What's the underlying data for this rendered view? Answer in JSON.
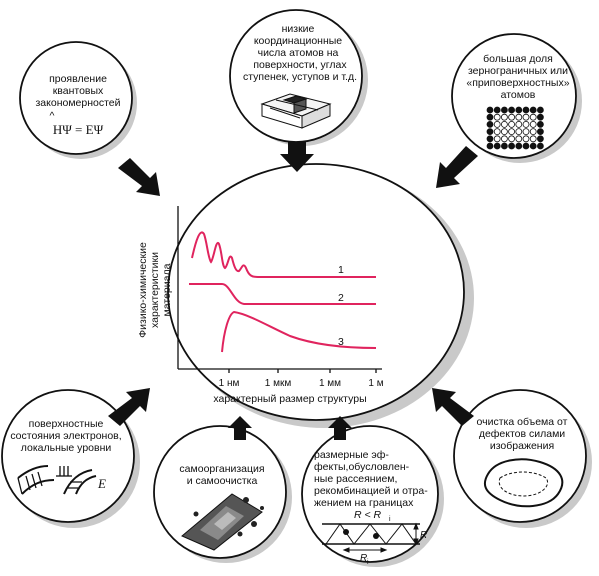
{
  "center": {
    "y_label_lines": [
      "Физико-химические",
      "характеристики",
      "материала"
    ],
    "x_axis_label": "характерный размер структуры",
    "x_ticks": [
      "1 нм",
      "1 мкм",
      "1 мм",
      "1 м"
    ],
    "curve_labels": [
      "1",
      "2",
      "3"
    ],
    "curve_color": "#e0245e"
  },
  "quantum": {
    "lines": [
      "проявление",
      "квантовых",
      "закономерностей"
    ],
    "formula": "HΨ = EΨ",
    "formula_hat": "^"
  },
  "coordination": {
    "lines": [
      "низкие",
      "координационные",
      "числа атомов на",
      "поверхности, углах",
      "ступенек, уступов и т.д."
    ]
  },
  "grain": {
    "lines": [
      "большая доля",
      "зернограничных или",
      "«приповерхностных»",
      "атомов"
    ]
  },
  "surface_states": {
    "lines": [
      "поверхностные",
      "состояния электронов,",
      "локальные уровни"
    ],
    "energy_symbol": "E"
  },
  "self_org": {
    "lines": [
      "самоорганизация",
      "и самоочистка"
    ]
  },
  "size_effects": {
    "lines": [
      "размерные эф-",
      "фекты,обусловлен-",
      "ные рассеянием,",
      "рекомбинацией и отра-",
      "жением на границах"
    ],
    "inequality": "R < R",
    "inequality_sub": "i",
    "r_label": "R",
    "ri_label": "R",
    "ri_sub": "i"
  },
  "defects": {
    "lines": [
      "очистка объема от",
      "дефектов силами",
      "изображения"
    ]
  }
}
